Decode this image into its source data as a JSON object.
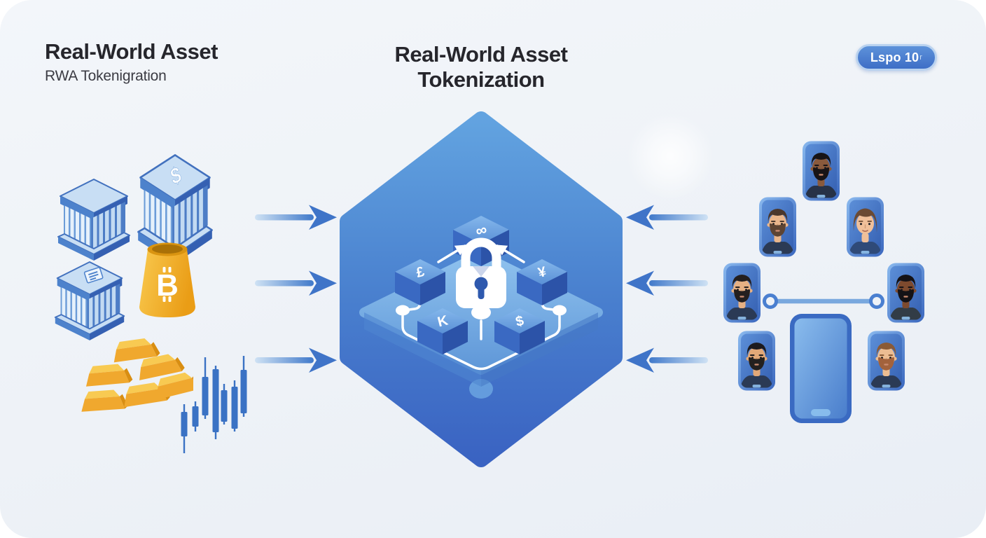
{
  "header": {
    "left_title": "Real-World Asset",
    "left_subtitle": "RWA Tokenigration",
    "center_title_line1": "Real-World Asset",
    "center_title_line2": "Tokenization",
    "badge_label": "Lspo 10",
    "badge_suffix": "r"
  },
  "left_assets": {
    "icons": [
      "bank-building-icon",
      "bank-building-dollar-icon",
      "bank-building-document-icon",
      "bitcoin-token-icon",
      "gold-bars-icon",
      "candlestick-chart-icon"
    ],
    "bank_dollar_symbol": "$",
    "bitcoin_symbol": "B"
  },
  "flow": {
    "inbound_arrows": 3,
    "outbound_arrows": 3
  },
  "token_hub": {
    "lock_icon": "padlock-icon",
    "cube_symbols": {
      "top": "∞",
      "left": "£",
      "right": "¥",
      "bottom_left": "K",
      "bottom_right": "$"
    }
  },
  "right_people": {
    "phone_icon": "smartphone-icon",
    "avatars": [
      {
        "name": "avatar-man-dark-skin-black-beard",
        "style": "--skin:#8a5a3c;--hair:#171417;--beard:#171417;--shirt:#273247"
      },
      {
        "name": "avatar-man-light-skin-brown-beard",
        "style": "--skin:#e9b68c;--hair:#4a372c;--beard:#5d4433;--shirt:#2b3a55"
      },
      {
        "name": "avatar-woman-brown-hair",
        "style": "--skin:#f0c09a;--hair:#6b4a33;--shirt:#2f4a78"
      },
      {
        "name": "avatar-man-light-skin-dark-beard",
        "style": "--skin:#e6b184;--hair:#241f1f;--beard:#241f1f;--shirt:#2b3a55"
      },
      {
        "name": "avatar-man-brown-skin-black-beard",
        "style": "--skin:#7d4a2e;--hair:#141216;--beard:#141216;--shirt:#323c46"
      },
      {
        "name": "avatar-man-tan-skin-black-beard",
        "style": "--skin:#e2a878;--hair:#1c1a1e;--beard:#23201f;--shirt:#2b3a55"
      },
      {
        "name": "avatar-man-auburn-beard",
        "style": "--skin:#ecbd92;--hair:#8a5a36;--beard:#a2623c;--shirt:#2b3a55"
      }
    ]
  },
  "colors": {
    "background": "#eef2f7",
    "accent_blue": "#3f70c6",
    "hexagon_top": "#62a3e0",
    "hexagon_bottom": "#3a63c2",
    "platform_blue": "#8fc2ee",
    "gold": "#f0a82e",
    "title_text": "#26262c",
    "badge_fill": "#4a80d0",
    "badge_border": "#b9d2ef"
  }
}
